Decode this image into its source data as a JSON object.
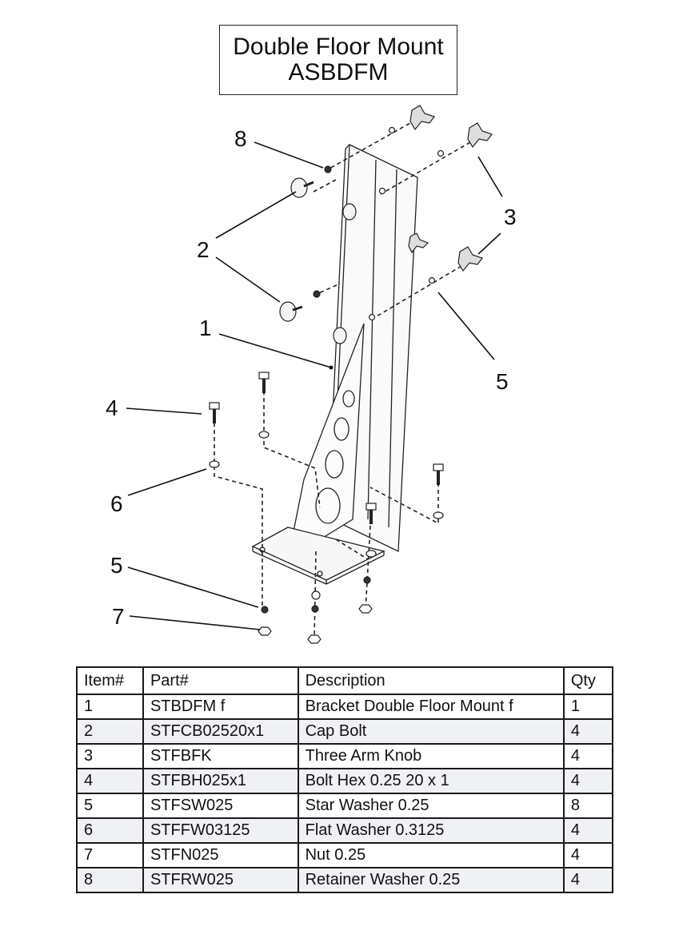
{
  "title": {
    "line1": "Double Floor Mount",
    "line2": "ASBDFM"
  },
  "diagram": {
    "callouts": [
      "8",
      "3",
      "2",
      "1",
      "5",
      "4",
      "6",
      "5",
      "7"
    ]
  },
  "table": {
    "headers": [
      "Item#",
      "Part#",
      "Description",
      "Qty"
    ],
    "rows": [
      [
        "1",
        "STBDFM f",
        "Bracket Double Floor Mount f",
        "1"
      ],
      [
        "2",
        "STFCB02520x1",
        "Cap Bolt",
        "4"
      ],
      [
        "3",
        "STFBFK",
        "Three Arm Knob",
        "4"
      ],
      [
        "4",
        "STFBH025x1",
        "Bolt Hex 0.25 20 x 1",
        "4"
      ],
      [
        "5",
        "STFSW025",
        "Star Washer 0.25",
        "8"
      ],
      [
        "6",
        "STFFW03125",
        "Flat Washer 0.3125",
        "4"
      ],
      [
        "7",
        "STFN025",
        "Nut 0.25",
        "4"
      ],
      [
        "8",
        "STFRW025",
        "Retainer Washer 0.25",
        "4"
      ]
    ]
  }
}
